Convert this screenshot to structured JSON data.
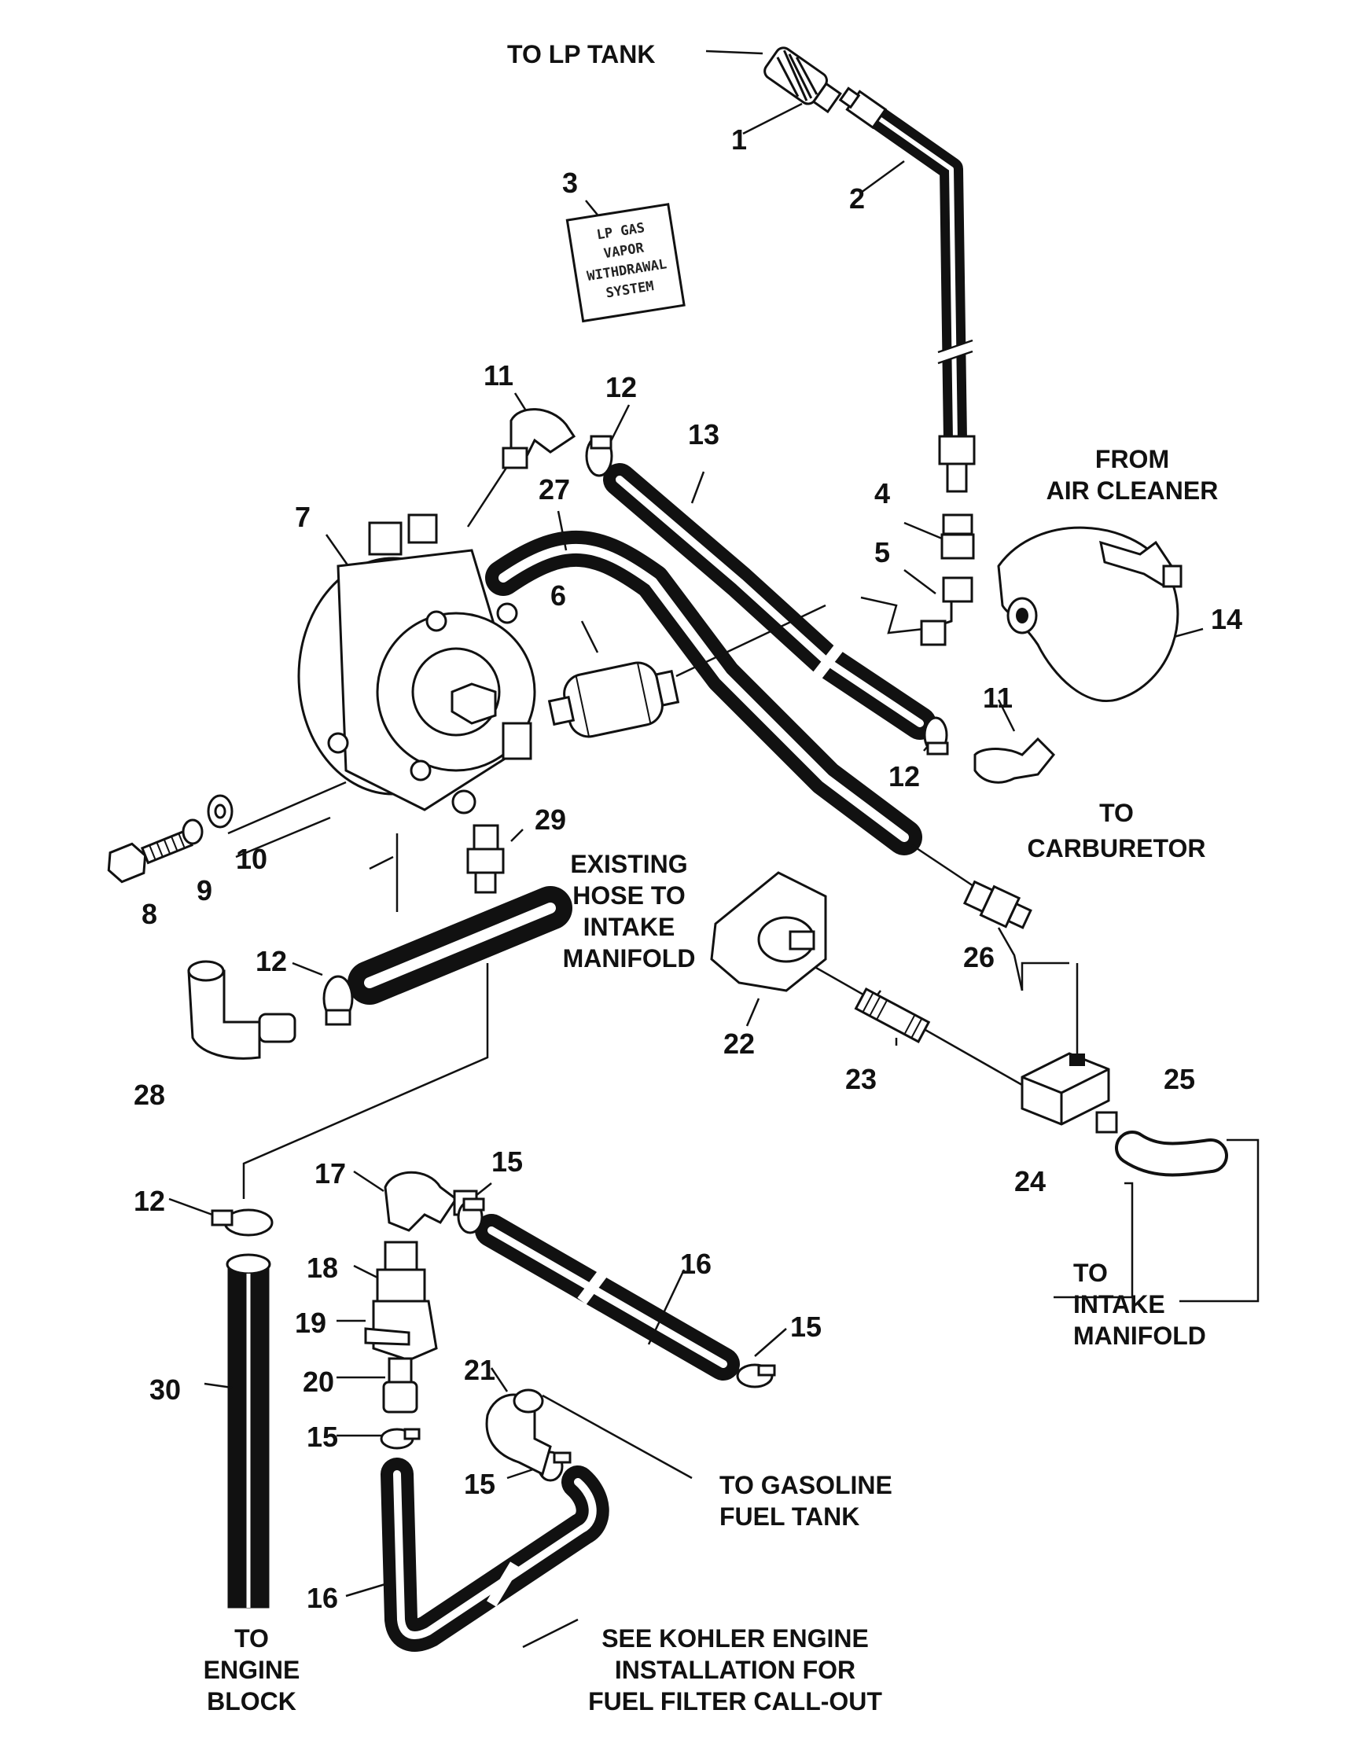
{
  "part_numbers": {
    "p1": "1",
    "p2": "2",
    "p3": "3",
    "p4": "4",
    "p5": "5",
    "p6": "6",
    "p7": "7",
    "p8": "8",
    "p9": "9",
    "p10": "10",
    "p11a": "11",
    "p11b": "11",
    "p12a": "12",
    "p12b": "12",
    "p12c": "12",
    "p12d": "12",
    "p13": "13",
    "p14": "14",
    "p15a": "15",
    "p15b": "15",
    "p15c": "15",
    "p15d": "15",
    "p16a": "16",
    "p16b": "16",
    "p17": "17",
    "p18": "18",
    "p19": "19",
    "p20": "20",
    "p21": "21",
    "p22": "22",
    "p23": "23",
    "p24": "24",
    "p25": "25",
    "p26": "26",
    "p27": "27",
    "p28": "28",
    "p29": "29",
    "p30": "30"
  },
  "callouts": {
    "to_lp_tank": "TO LP TANK",
    "from_air_cleaner": [
      "FROM",
      "AIR CLEANER"
    ],
    "to_carburetor": [
      "TO",
      "CARBURETOR"
    ],
    "existing_hose": [
      "EXISTING",
      "HOSE TO",
      "INTAKE",
      "MANIFOLD"
    ],
    "to_intake_manifold": [
      "TO",
      "INTAKE",
      "MANIFOLD"
    ],
    "to_gasoline_tank": [
      "TO GASOLINE",
      "FUEL TANK"
    ],
    "see_kohler": [
      "SEE KOHLER ENGINE",
      "INSTALLATION FOR",
      "FUEL FILTER CALL-OUT"
    ],
    "to_engine_block": [
      "TO",
      "ENGINE",
      "BLOCK"
    ]
  },
  "decal_text": [
    "LP GAS",
    "VAPOR",
    "WITHDRAWAL",
    "SYSTEM"
  ]
}
